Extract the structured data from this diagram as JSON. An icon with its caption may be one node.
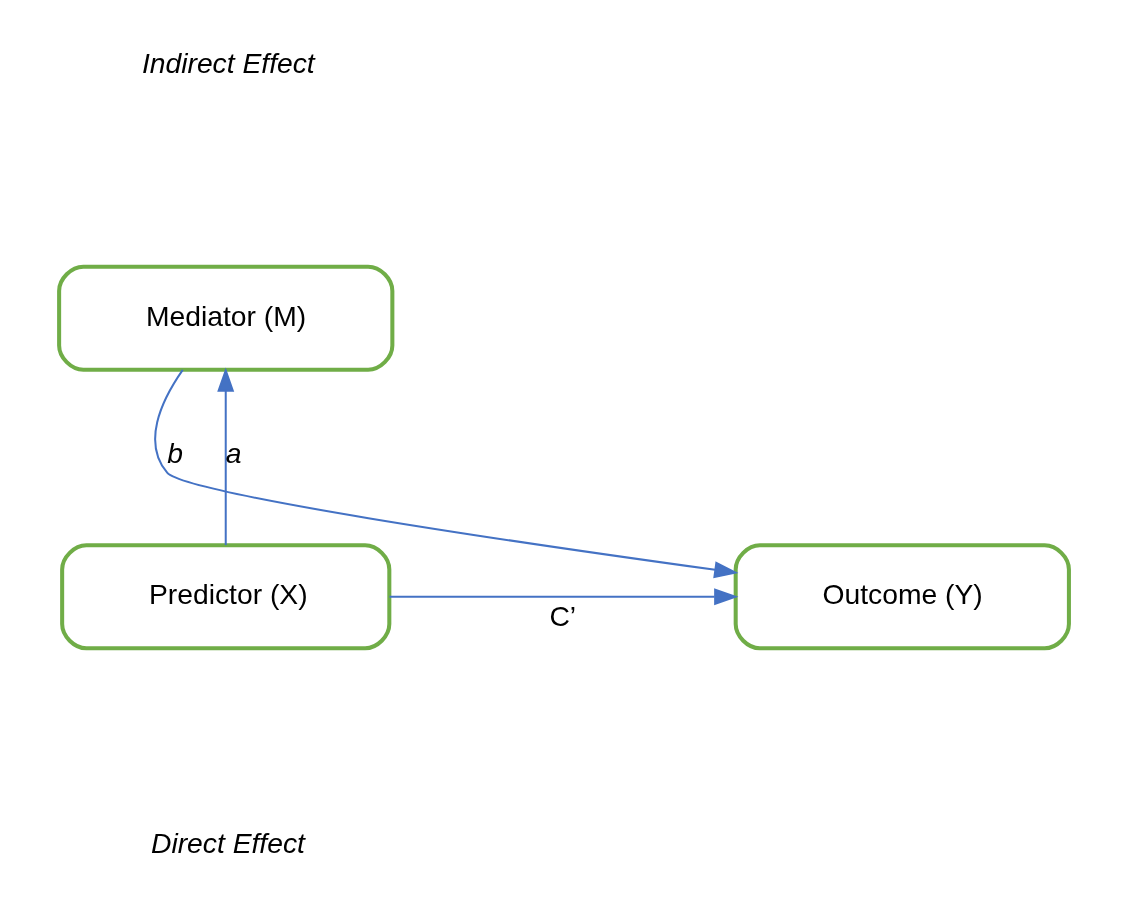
{
  "diagram": {
    "nodes": [
      {
        "text": [
          "Mediator (M)"
        ]
      },
      {
        "text": [
          "Predictor (X)"
        ]
      },
      {
        "text": [
          "Outcome (Y)"
        ]
      }
    ],
    "edges": [
      {
        "from": 1,
        "to": 0,
        "arrow": "to",
        "label": "a"
      },
      {
        "from": 0,
        "to": 2,
        "arrow": "to",
        "label": "b"
      },
      {
        "from": 1,
        "to": 2,
        "arrow": "to",
        "label": "C’"
      }
    ],
    "labels": [
      "Indirect Effect",
      "Direct Effect"
    ]
  }
}
